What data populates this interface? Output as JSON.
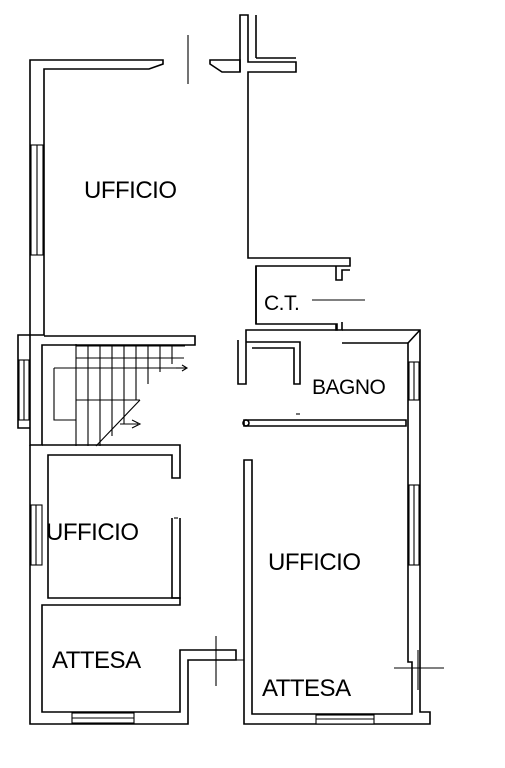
{
  "rooms": {
    "ufficio_top": "UFFICIO",
    "ct": "C.T.",
    "bagno": "BAGNO",
    "ufficio_left": "UFFICIO",
    "ufficio_right": "UFFICIO",
    "attesa_left": "ATTESA",
    "attesa_right": "ATTESA"
  }
}
